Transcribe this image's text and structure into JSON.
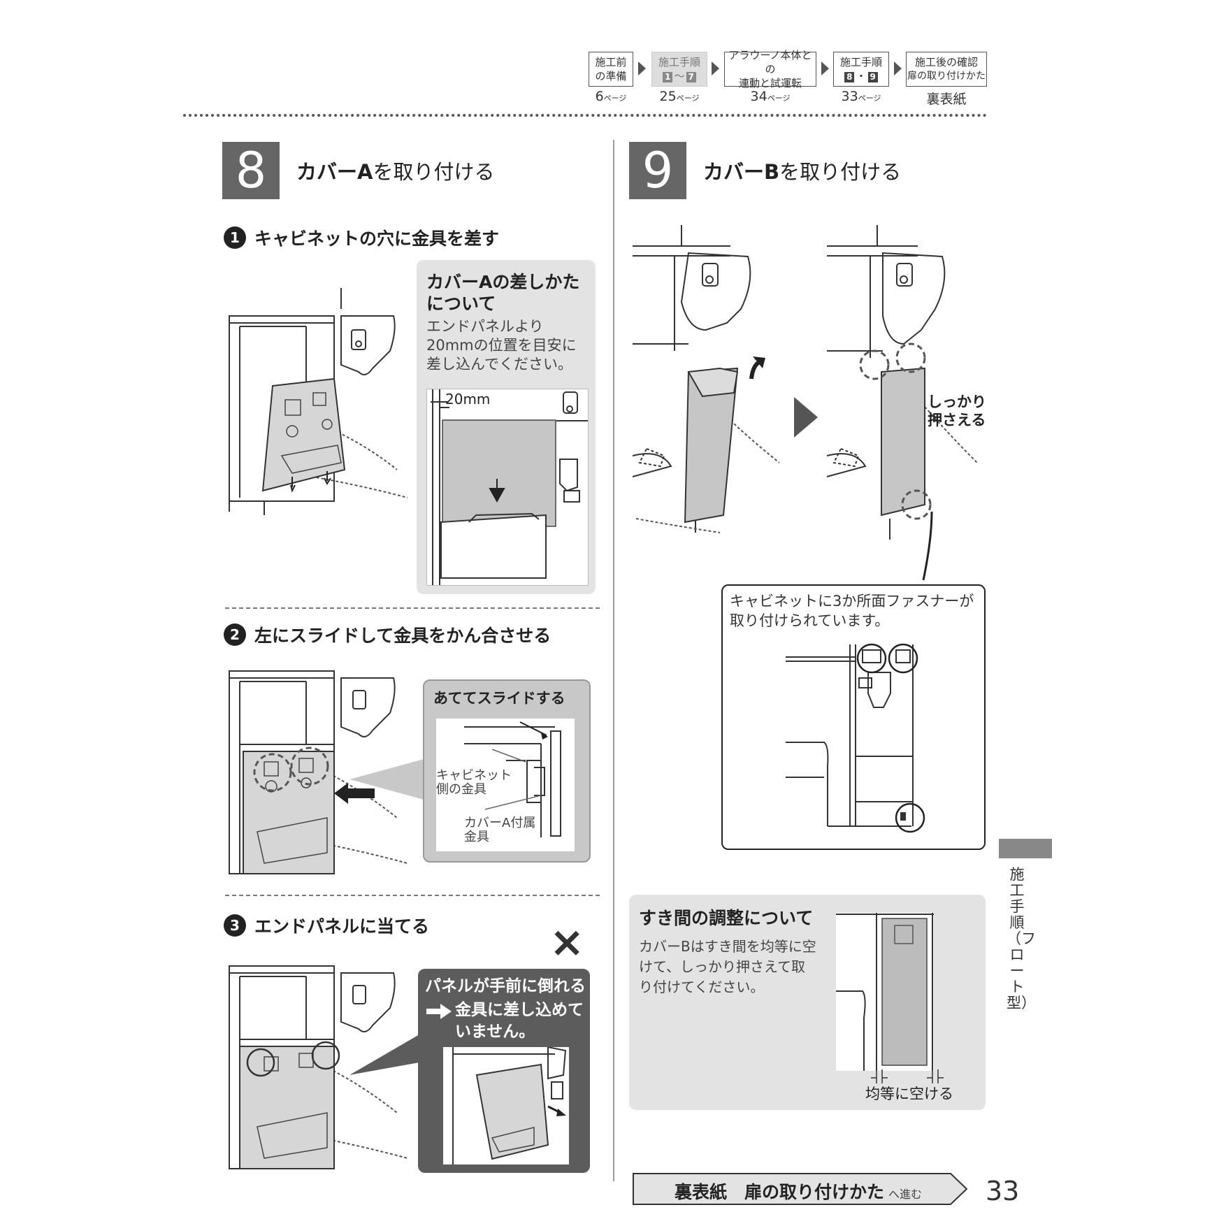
{
  "nav": {
    "steps": [
      {
        "line1": "施工前",
        "line2": "の準備",
        "page": "6",
        "page_suffix": "ページ"
      },
      {
        "line1": "施工手順",
        "line2_from": "1",
        "line2_sep": "～",
        "line2_to": "7",
        "page": "25",
        "page_suffix": "ページ"
      },
      {
        "line1": "アラウーノ本体との",
        "line2": "連動と試運転",
        "page": "34",
        "page_suffix": "ページ"
      },
      {
        "line1": "施工手順",
        "line2_from": "8",
        "line2_sep": "・",
        "line2_to": "9",
        "page": "33",
        "page_suffix": "ページ"
      },
      {
        "line1": "施工後の確認",
        "line2": "扉の取り付けかた",
        "page": "裏表紙"
      }
    ]
  },
  "step8": {
    "number": "8",
    "title_bold": "カバーA",
    "title_rest": "を取り付ける",
    "sub1": {
      "num": "1",
      "text": "キャビネットの穴に金具を差す"
    },
    "callout1": {
      "title": "カバーAの差しかたについて",
      "body": "エンドパネルより20mmの位置を目安に差し込んでください。",
      "dim_label": "20mm"
    },
    "sub2": {
      "num": "2",
      "text": "左にスライドして金具をかん合させる"
    },
    "callout2": {
      "title": "あててスライドする",
      "label_cabinet": "キャビネット側の金具",
      "label_cover": "カバーA付属金具"
    },
    "sub3": {
      "num": "3",
      "text": "エンドパネルに当てる"
    },
    "callout3": {
      "mark": "×",
      "line1": "パネルが手前に倒れる",
      "line2": "金具に差し込めていません。"
    }
  },
  "step9": {
    "number": "9",
    "title_bold": "カバーB",
    "title_rest": "を取り付ける",
    "press_label": "しっかり押さえる",
    "note": "キャビネットに3か所面ファスナーが取り付けられています。",
    "gap_panel": {
      "title": "すき間の調整について",
      "body": "カバーBはすき間を均等に空けて、しっかり押さえて取り付けてください。",
      "even_label": "均等に空ける"
    }
  },
  "side_tab": "施工手順（フロート型）",
  "footer": {
    "bold": "裏表紙　扉の取り付けかた",
    "suffix": "へ進む",
    "page_number": "33"
  }
}
